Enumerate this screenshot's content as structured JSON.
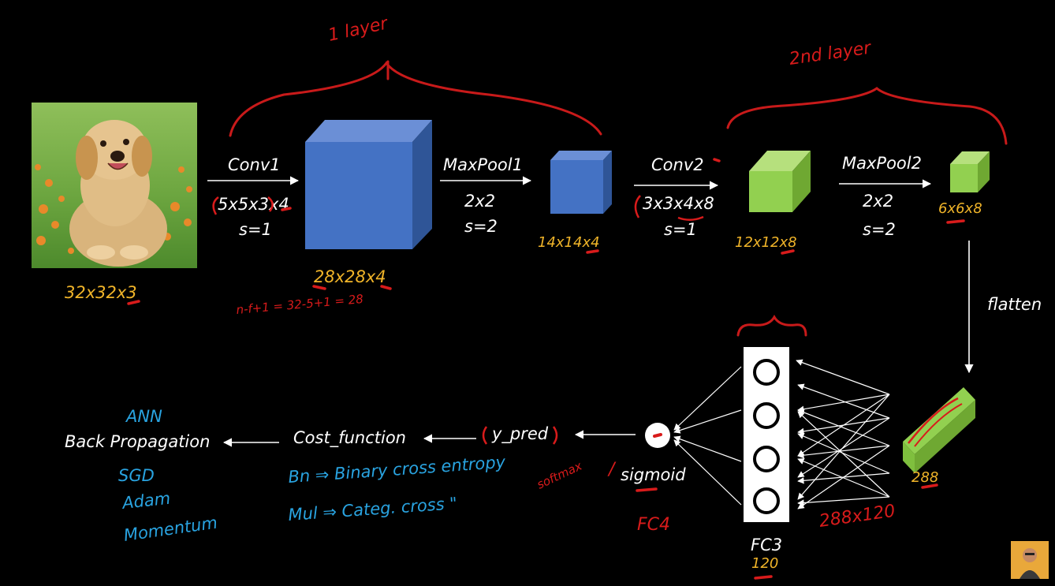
{
  "annotations": {
    "layer1": "1 layer",
    "layer2": "2nd layer",
    "formula": "n-f+1 = 32-5+1 = 28",
    "softmax": "softmax",
    "slash": "/",
    "fc4": "FC4",
    "bn_note": "Bn ⇒ Binary cross entropy",
    "ml_note": "Mul ⇒ Categ. cross \"",
    "ann": "ANN",
    "sgd": "SGD",
    "adam": "Adam",
    "momentum": "Momentum"
  },
  "input": {
    "dim": "32x32x3"
  },
  "conv1": {
    "label": "Conv1",
    "filter": "5x5x3x4",
    "stride": "s=1",
    "output": "28x28x4"
  },
  "pool1": {
    "label": "MaxPool1",
    "size": "2x2",
    "stride": "s=2",
    "output": "14x14x4"
  },
  "conv2": {
    "label": "Conv2",
    "filter": "3x3x4x8",
    "stride": "s=1",
    "output": "12x12x8"
  },
  "pool2": {
    "label": "MaxPool2",
    "size": "2x2",
    "stride": "s=2",
    "output": "6x6x8"
  },
  "flatten": {
    "label": "flatten",
    "output": "288"
  },
  "fc3": {
    "label": "FC3",
    "units": "120",
    "weights": "288x120"
  },
  "output": {
    "activation": "sigmoid",
    "pred": "y_pred"
  },
  "cost": {
    "label": "Cost_function"
  },
  "backprop": {
    "label": "Back Propagation"
  },
  "colors": {
    "blue_cube": "#4472c4",
    "green_cube": "#92d050",
    "red_ink": "#d81b1b",
    "blue_ink": "#29a3e0",
    "dim_text": "#f0b429"
  }
}
